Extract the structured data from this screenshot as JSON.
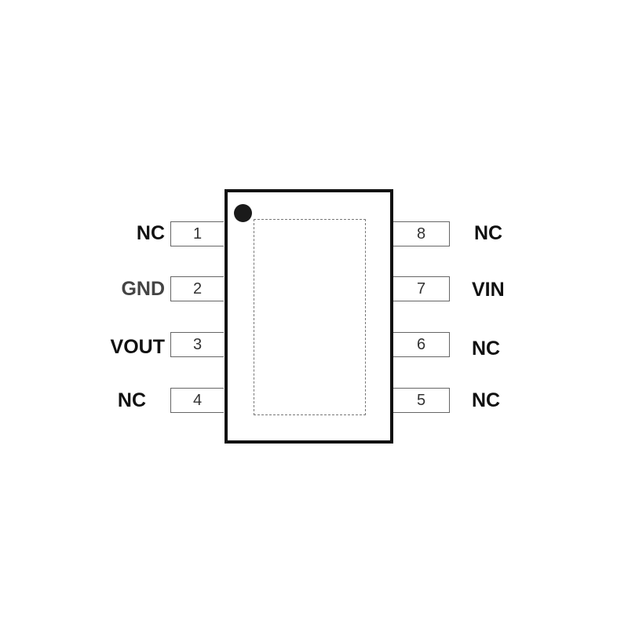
{
  "left_pins": [
    {
      "number": "1",
      "name": "NC"
    },
    {
      "number": "2",
      "name": "GND"
    },
    {
      "number": "3",
      "name": "VOUT"
    },
    {
      "number": "4",
      "name": "NC"
    }
  ],
  "right_pins": [
    {
      "number": "8",
      "name": "NC"
    },
    {
      "number": "7",
      "name": "VIN"
    },
    {
      "number": "6",
      "name": "NC"
    },
    {
      "number": "5",
      "name": "NC"
    }
  ]
}
